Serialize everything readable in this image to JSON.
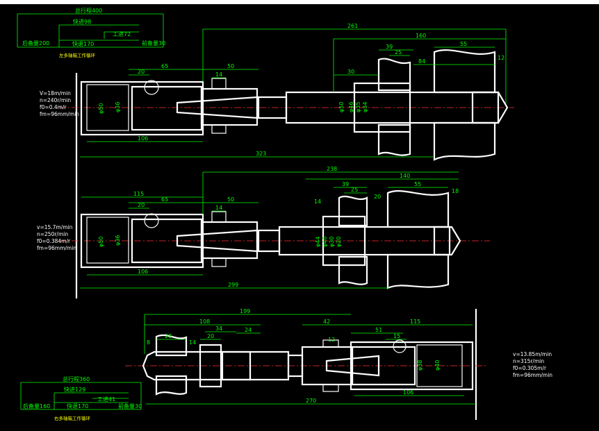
{
  "title_block_top": {
    "total_stroke": "总行程400",
    "fast_forward": "快进98",
    "work_feed": "工进72",
    "rear_reserve": "后备量200",
    "fast_back": "快退170",
    "front_reserve": "前备量30",
    "caption": "左多轴箱工作循环"
  },
  "title_block_bottom": {
    "total_stroke": "总行程360",
    "fast_forward": "快进129",
    "work_feed": "工进41",
    "rear_reserve": "后备量160",
    "fast_back": "快退170",
    "front_reserve": "前备量30",
    "caption": "右多轴箱工作循环"
  },
  "cutting_params": {
    "top": [
      "V=18m/min",
      "n=240r/min",
      "f0=0.4m/r",
      "fm=96mm/min"
    ],
    "middle": [
      "v=15.7m/min",
      "n=250r/min",
      "f0=0.384m/r",
      "fm=96mm/min"
    ],
    "bottom": [
      "v=13.85m/min",
      "n=315r/min",
      "f0=0.305m/r",
      "fm=96mm/min"
    ]
  },
  "dims_top": {
    "d261": "261",
    "d160": "160",
    "d55": "55",
    "d39": "39",
    "d25": "25",
    "d12": "12",
    "d84": "84",
    "d30": "30",
    "d20": "20",
    "d65": "65",
    "d14": "14",
    "d50": "50",
    "d106": "106",
    "d323": "323",
    "phi50": "φ50",
    "phi36": "φ36",
    "phi50b": "φ50",
    "phi46": "φ46",
    "phi35": "φ35",
    "phi34": "φ34"
  },
  "dims_mid": {
    "d238": "238",
    "d140": "140",
    "d39": "39",
    "d25": "25",
    "d55": "55",
    "d18": "18",
    "d20b": "20",
    "d14b": "14",
    "d115": "115",
    "d20": "20",
    "d65": "65",
    "d14": "14",
    "d50": "50",
    "d106": "106",
    "d299": "299",
    "phi50": "φ50",
    "phi36": "φ36",
    "phi44": "φ44",
    "phi40": "φ40",
    "phi30": "φ30",
    "phi20": "φ20"
  },
  "dims_bot": {
    "d199": "199",
    "d108": "108",
    "d34": "34",
    "d24": "24",
    "d42": "42",
    "d115": "115",
    "d51": "51",
    "d15": "15",
    "d28": "28",
    "d14": "14",
    "d20": "20",
    "d8": "8",
    "d12": "12",
    "d106": "106",
    "d270": "270",
    "phi38": "φ38",
    "phi40": "φ40"
  }
}
